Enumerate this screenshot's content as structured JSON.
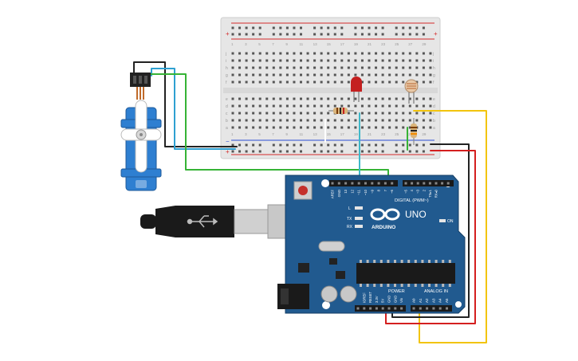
{
  "colors": {
    "background": "#ffffff",
    "breadboard": "#e6e6e6",
    "breadboard_rail_red": "#d42a2a",
    "breadboard_rail_blue": "#2a4fd4",
    "arduino_board": "#215a8f",
    "servo_body": "#2e7fd1",
    "wire_black": "#222222",
    "wire_red": "#d41f1f",
    "wire_yellow": "#f2c40d",
    "wire_green": "#36b336",
    "wire_blue": "#2ea0d1",
    "wire_teal": "#3fb8c9",
    "led_red": "#c42020",
    "usb_cable": "#1a1a1a"
  },
  "breadboard": {
    "column_numbers": [
      "1",
      "3",
      "5",
      "7",
      "9",
      "11",
      "13",
      "15",
      "17",
      "19",
      "21",
      "23",
      "25",
      "27",
      "29"
    ],
    "row_letters_top": [
      "j",
      "i",
      "h",
      "g",
      "f"
    ],
    "row_letters_bottom": [
      "e",
      "d",
      "c",
      "b",
      "a"
    ],
    "rail_plus": "+",
    "rail_minus": "−"
  },
  "arduino": {
    "brand": "ARDUINO",
    "model": "UNO",
    "digital_label": "DIGITAL (PWM~)",
    "power_label": "POWER",
    "analog_label": "ANALOG IN",
    "on_label": "ON",
    "led_l": "L",
    "led_tx": "TX",
    "led_rx": "RX",
    "digital_pins": [
      "AREF",
      "GND",
      "13",
      "12",
      "~11",
      "~10",
      "~9",
      "8",
      "7",
      "~6",
      "~5",
      "4",
      "~3",
      "2",
      "TX▸1",
      "RX◂0"
    ],
    "power_pins": [
      "IOREF",
      "RESET",
      "3.3V",
      "5V",
      "GND",
      "GND",
      "Vin"
    ],
    "analog_pins": [
      "A0",
      "A1",
      "A2",
      "A3",
      "A4",
      "A5"
    ]
  },
  "components": {
    "servo": "servo-motor",
    "led": "red-led",
    "photoresistor": "photoresistor",
    "resistors": [
      "resistor-1",
      "resistor-2"
    ],
    "usb": "usb-b-cable"
  }
}
